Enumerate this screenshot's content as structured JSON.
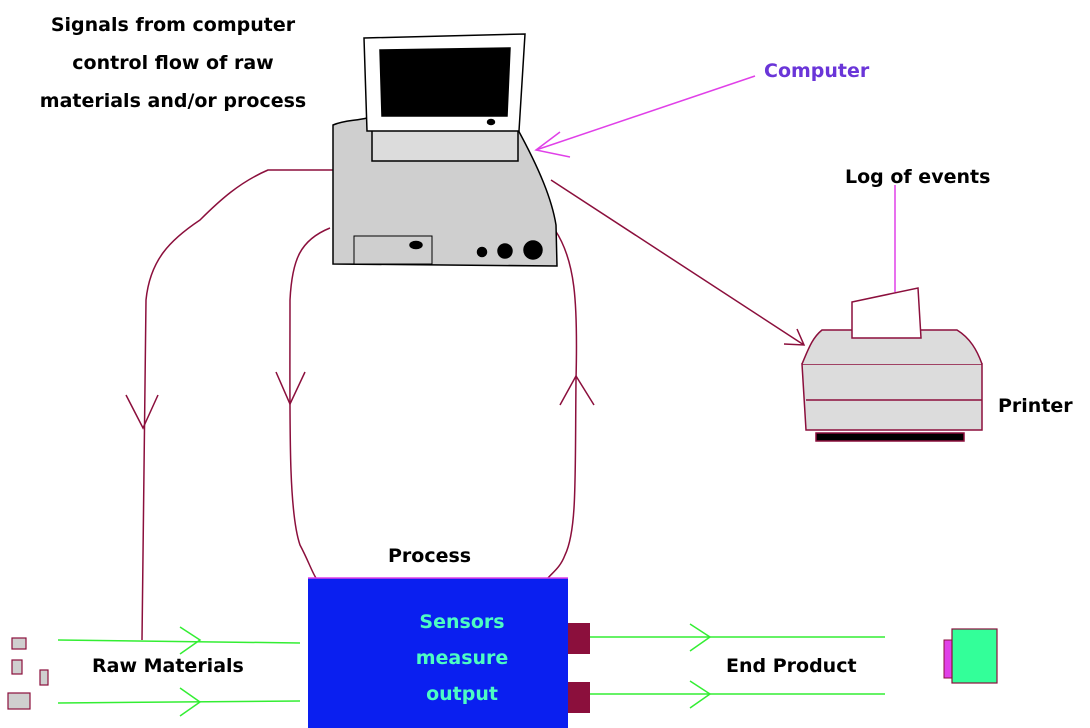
{
  "labels": {
    "signals": [
      "Signals from computer",
      "control flow of raw",
      "materials and/or process"
    ],
    "computer": "Computer",
    "log": "Log of events",
    "printer": "Printer",
    "process": "Process",
    "raw_materials": "Raw Materials",
    "end_product": "End Product",
    "sensors": [
      "Sensors",
      "measure",
      "output"
    ]
  },
  "colors": {
    "control_lines": "#8b0f3c",
    "flow_lines": "#33ee33",
    "process_box": "#0a1ff0",
    "computer_label": "#6a35d8",
    "pointer": "#e040e8",
    "sensors_text": "#4dfcc3"
  }
}
